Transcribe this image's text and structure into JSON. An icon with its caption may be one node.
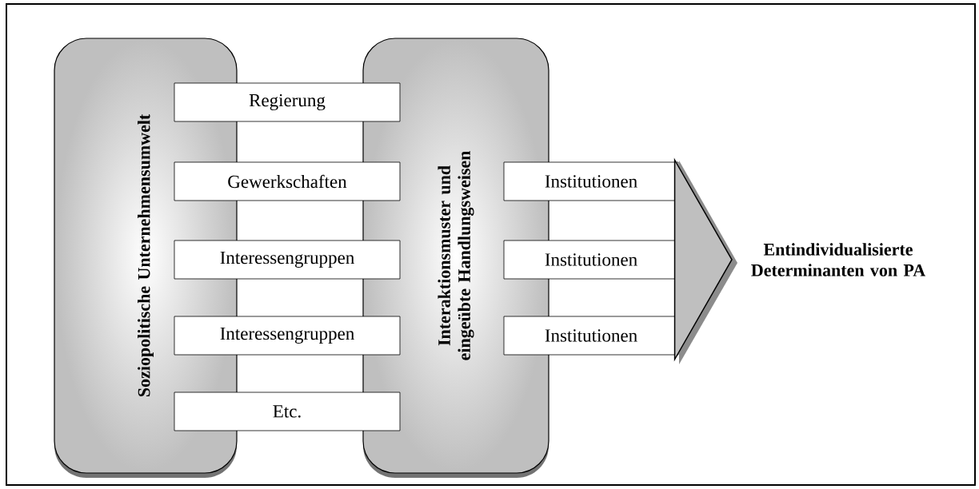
{
  "diagram": {
    "nodes": [
      {
        "text": [
          "Soziopolitische Unternehmensumwelt"
        ]
      },
      {
        "text": [
          "Interaktionsmuster und eingeübte Handlungsweisen"
        ]
      },
      {
        "text": [
          "Regierung"
        ]
      },
      {
        "text": [
          "Gewerkschaften"
        ]
      },
      {
        "text": [
          "Interessengruppen"
        ]
      },
      {
        "text": [
          "Interessengruppen"
        ]
      },
      {
        "text": [
          "Etc."
        ]
      },
      {
        "text": [
          "Institutionen"
        ]
      },
      {
        "text": [
          "Institutionen"
        ]
      },
      {
        "text": [
          "Institutionen"
        ]
      },
      {
        "text": [
          "Entindividualisierte Determinanten von PA"
        ]
      }
    ],
    "edges": [
      {
        "from": null,
        "to": 10,
        "arrow": "to"
      }
    ]
  }
}
